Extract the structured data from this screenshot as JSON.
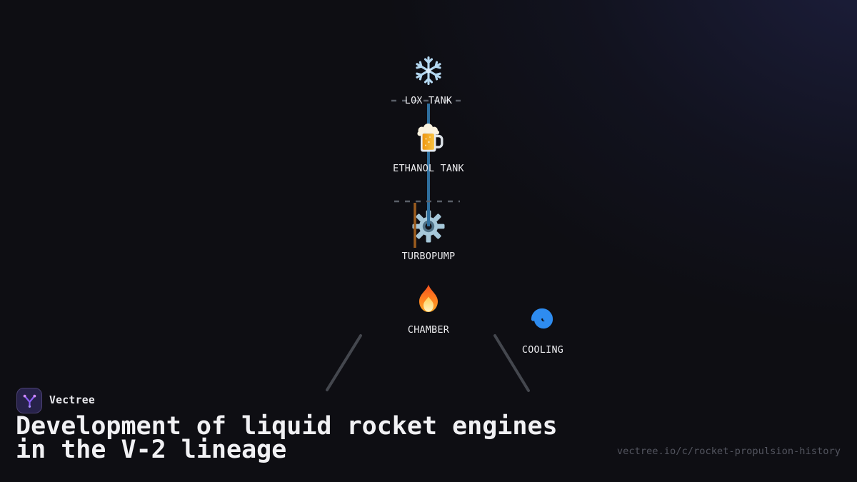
{
  "brand": {
    "name": "Vectree"
  },
  "title": {
    "lines": [
      "Development of liquid rocket engines",
      "in the V-2 lineage"
    ]
  },
  "footer": {
    "url": "vectree.io/c/rocket-propulsion-history"
  },
  "diagram": {
    "nodes": [
      {
        "id": "lox-tank",
        "label": "LOX TANK",
        "icon": "snowflake-icon"
      },
      {
        "id": "ethanol-tank",
        "label": "ETHANOL TANK",
        "icon": "beer-mug-icon"
      },
      {
        "id": "turbopump",
        "label": "TURBOPUMP",
        "icon": "gear-icon"
      },
      {
        "id": "chamber",
        "label": "CHAMBER",
        "icon": "fire-icon"
      },
      {
        "id": "cooling",
        "label": "COOLING",
        "icon": "cyclone-icon"
      }
    ],
    "edges": [
      {
        "from": "lox-tank",
        "to": "turbopump",
        "style": "solid",
        "color": "#2f6f9e"
      },
      {
        "from": "ethanol-tank",
        "to": "turbopump",
        "style": "solid",
        "color": "#9c5c1e"
      },
      {
        "at": "lox-tank",
        "style": "dashed-horizontal",
        "color": "#5a5f68"
      },
      {
        "at": "turbopump",
        "style": "dashed-horizontal",
        "color": "#5a5f68"
      },
      {
        "at": "below-chamber-left",
        "style": "partial-diagonal",
        "color": "#44474e"
      },
      {
        "at": "below-cooling-left",
        "style": "partial-diagonal",
        "color": "#44474e"
      }
    ]
  },
  "colors": {
    "bg": "#0e0e13",
    "bg_glow": "#1d1f3e",
    "edge_blue": "#2f6f9e",
    "edge_orange": "#9c5c1e",
    "edge_dash": "#5a5f68",
    "edge_gray": "#44474e",
    "text_primary": "#ededf0",
    "text_muted": "#53555f",
    "brand_purple": "#8b5cf6",
    "logo_bg": "#27224a",
    "logo_border": "#4b4173"
  }
}
